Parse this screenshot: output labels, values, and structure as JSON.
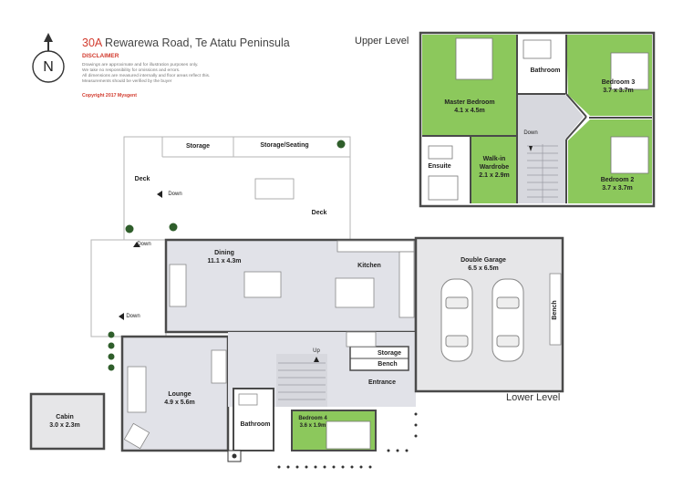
{
  "header": {
    "number": "30A",
    "address": " Rewarewa Road, Te Atatu Peninsula",
    "disclaimer_title": "DISCLAIMER",
    "disclaimer_lines": [
      "Drawings are approximate and for illustration purposes only.",
      "We take no responsibility for omissions and errors.",
      "All dimensions are measured internally and floor areas reflect this.",
      "Measurements should be verified by the buyer"
    ],
    "copyright": "Copyright 2017   Mysgent"
  },
  "compass": {
    "letter": "N"
  },
  "levels": {
    "upper": "Upper Level",
    "lower": "Lower Level"
  },
  "upper_rooms": {
    "master_name": "Master Bedroom",
    "master_size": "4.1 x 4.5m",
    "bathroom": "Bathroom",
    "bed3_name": "Bedroom 3",
    "bed3_size": "3.7 x 3.7m",
    "bed2_name": "Bedroom 2",
    "bed2_size": "3.7 x 3.7m",
    "ensuite": "Ensuite",
    "wir_name": "Walk-in",
    "wir_name2": "Wardrobe",
    "wir_size": "2.1 x 2.9m",
    "stairs_down": "Down"
  },
  "lower_rooms": {
    "storage": "Storage",
    "storage_seating": "Storage/Seating",
    "deck_left": "Deck",
    "deck_right": "Deck",
    "down1": "Down",
    "down2": "Down",
    "down3": "Down",
    "dining_name": "Dining",
    "dining_size": "11.1 x 4.3m",
    "kitchen": "Kitchen",
    "garage_name": "Double Garage",
    "garage_size": "6.5 x 6.5m",
    "garage_bench": "Bench",
    "lounge_name": "Lounge",
    "lounge_size": "4.9 x 5.6m",
    "up": "Up",
    "storage2": "Storage",
    "bench": "Bench",
    "entrance": "Entrance",
    "bathroom": "Bathroom",
    "bed4_name": "Bedroom 4",
    "bed4_size": "3.6 x 1.9m",
    "cabin_name": "Cabin",
    "cabin_size": "3.0 x 2.3m"
  },
  "colors": {
    "bedroom_green": "#8cc85c",
    "living_grey": "#e1e2e8",
    "garage_grey": "#e6e6e8",
    "stair_grey": "#d7d8de",
    "wall": "#4a4a4a",
    "accent_red": "#d23b2e"
  }
}
